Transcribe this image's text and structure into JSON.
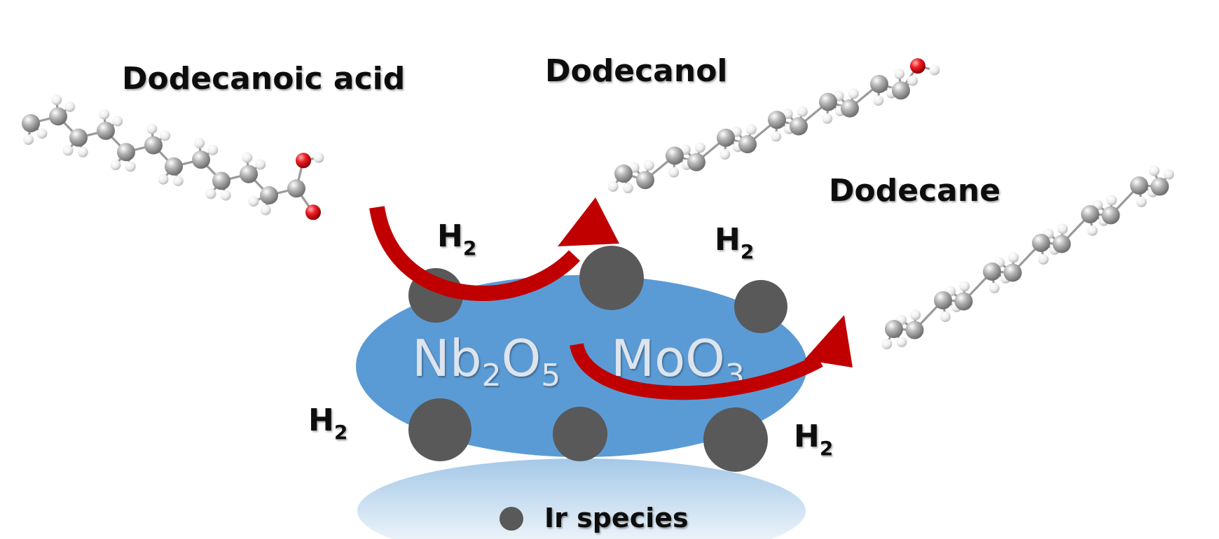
{
  "labels": {
    "reactant": "Dodecanoic acid",
    "product_alcohol": "Dodecanol",
    "product_alkane": "Dodecane",
    "hydrogen_main": "H",
    "hydrogen_sub": "2"
  },
  "support": {
    "oxide1_main": "Nb",
    "oxide1_sub1": "2",
    "oxide1_mid": "O",
    "oxide1_sub2": "5",
    "oxide2_main": "MoO",
    "oxide2_sub": "3"
  },
  "legend": {
    "label": "Ir species"
  },
  "colors": {
    "support": "#5b9bd5",
    "ir_particle": "#595959",
    "arrow": "#c00000",
    "carbon": "#a6a6a6",
    "hydrogen": "#ececec",
    "oxygen": "#e8101a"
  },
  "icons": {
    "ir": "circle",
    "arrow": "curved-arrow"
  }
}
